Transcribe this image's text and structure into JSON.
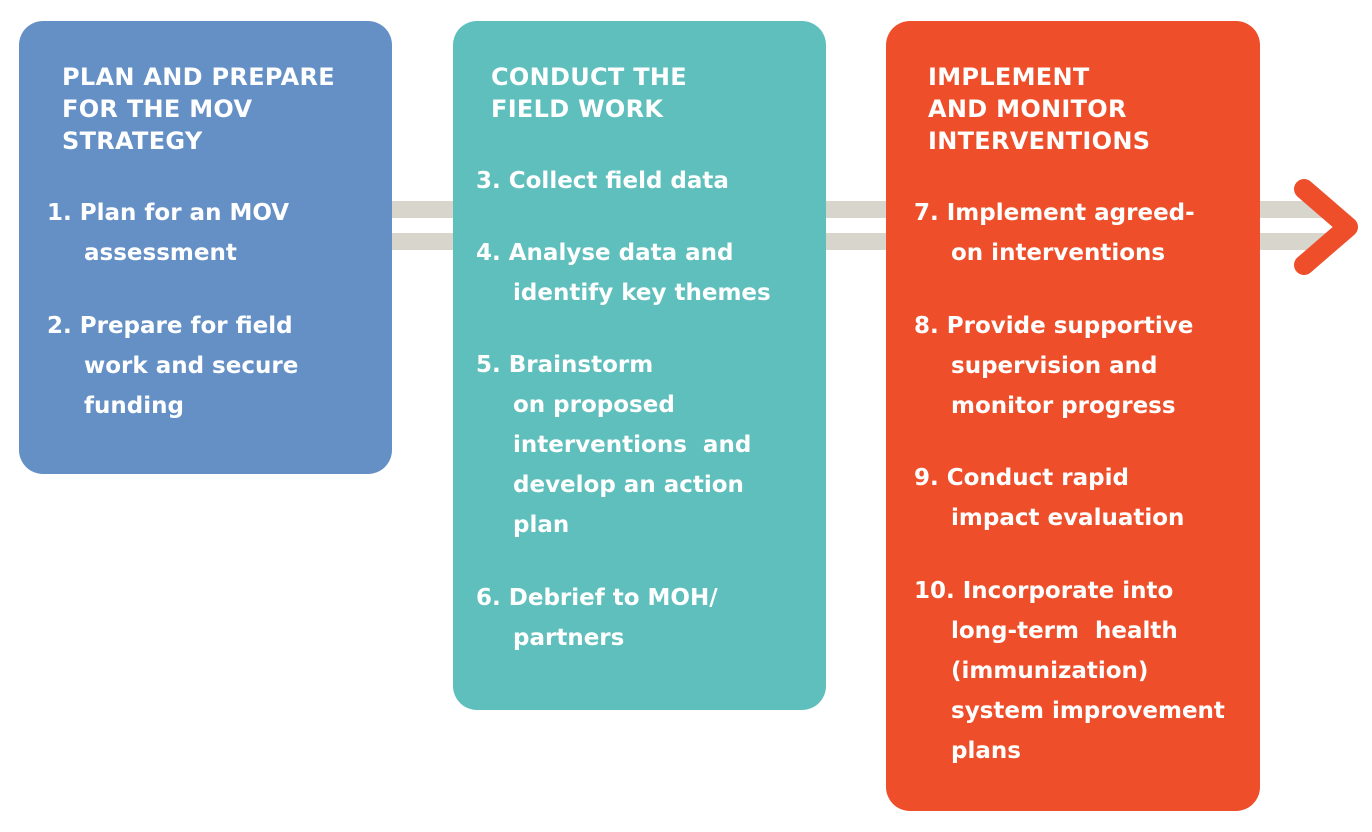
{
  "colors": {
    "plan": "#6490c6",
    "conduct": "#5fbfbc",
    "implement": "#ee4f2a",
    "rail": "#d8d5cd",
    "text": "#ffffff"
  },
  "phases": [
    {
      "title": "PLAN AND PREPARE\nFOR THE MOV\nSTRATEGY",
      "steps": [
        {
          "first": "1. Plan for an MOV",
          "rest": [
            "assessment"
          ]
        },
        {
          "first": "2. Prepare for field",
          "rest": [
            "work and secure",
            "funding"
          ]
        }
      ]
    },
    {
      "title": "CONDUCT THE\nFIELD WORK",
      "steps": [
        {
          "first": "3. Collect field data",
          "rest": []
        },
        {
          "first": "4. Analyse data and",
          "rest": [
            "identify key themes"
          ]
        },
        {
          "first": "5. Brainstorm",
          "rest": [
            "on proposed",
            "interventions  and",
            "develop an action",
            "plan"
          ]
        },
        {
          "first": "6. Debrief to MOH/",
          "rest": [
            "partners"
          ]
        }
      ]
    },
    {
      "title": "IMPLEMENT\nAND MONITOR\nINTERVENTIONS",
      "steps": [
        {
          "first": "7. Implement agreed-",
          "rest": [
            "on interventions"
          ]
        },
        {
          "first": "8. Provide supportive",
          "rest": [
            "supervision and",
            "monitor progress"
          ]
        },
        {
          "first": "9. Conduct rapid",
          "rest": [
            "impact evaluation"
          ]
        },
        {
          "first": "10. Incorporate into",
          "rest": [
            "long-term  health",
            "(immunization)",
            "system improvement",
            "plans"
          ]
        }
      ]
    }
  ],
  "icons": {
    "arrow": "chevron-right-arrow-icon"
  }
}
